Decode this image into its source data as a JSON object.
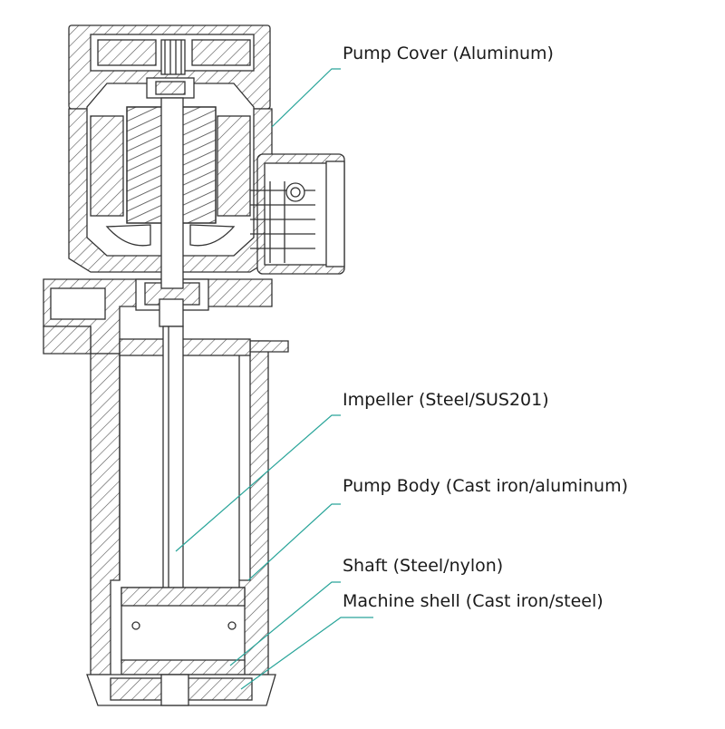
{
  "labels": {
    "pump_cover": "Pump Cover (Aluminum)",
    "impeller": "Impeller (Steel/SUS201)",
    "pump_body": "Pump Body (Cast iron/aluminum)",
    "shaft": "Shaft (Steel/nylon)",
    "machine_shell": "Machine shell (Cast iron/steel)"
  },
  "colors": {
    "line": "#333333",
    "leader": "#2aa59a"
  }
}
